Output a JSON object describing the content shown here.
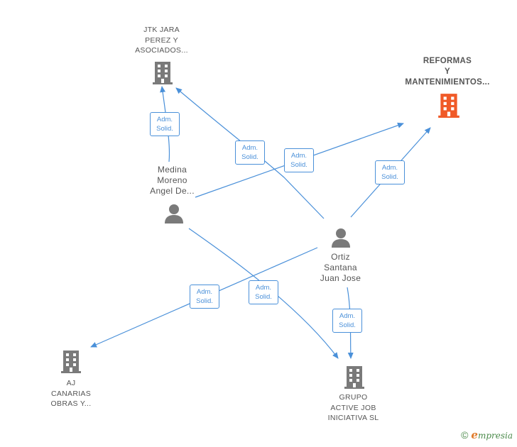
{
  "nodes": {
    "jtk": {
      "label": "JTK JARA\nPEREZ Y\nASOCIADOS...",
      "type": "company"
    },
    "reformas": {
      "label": "REFORMAS\nY\nMANTENIMIENTOS...",
      "type": "company-main"
    },
    "medina": {
      "label": "Medina\nMoreno\nAngel De...",
      "type": "person"
    },
    "ortiz": {
      "label": "Ortiz\nSantana\nJuan Jose",
      "type": "person"
    },
    "aj": {
      "label": "AJ\nCANARIAS\nOBRAS Y...",
      "type": "company"
    },
    "grupo": {
      "label": "GRUPO\nACTIVE JOB\nINICIATIVA  SL",
      "type": "company"
    }
  },
  "edge_label": "Adm.\nSolid.",
  "edges": [
    {
      "from": "medina",
      "to": "jtk",
      "label": "Adm.\nSolid."
    },
    {
      "from": "ortiz",
      "to": "jtk",
      "label": "Adm.\nSolid."
    },
    {
      "from": "medina",
      "to": "reformas",
      "label": "Adm.\nSolid."
    },
    {
      "from": "ortiz",
      "to": "reformas",
      "label": "Adm.\nSolid."
    },
    {
      "from": "ortiz",
      "to": "aj",
      "label": "Adm.\nSolid."
    },
    {
      "from": "medina",
      "to": "grupo",
      "label": "Adm.\nSolid."
    },
    {
      "from": "ortiz",
      "to": "grupo",
      "label": "Adm.\nSolid."
    }
  ],
  "colors": {
    "edge": "#4a90d9",
    "company_icon": "#7a7a7a",
    "main_company_icon": "#f05a28",
    "person_icon": "#7a7a7a"
  },
  "footer": {
    "copyright": "©",
    "brand_initial": "e",
    "brand_rest": "mpresia"
  }
}
